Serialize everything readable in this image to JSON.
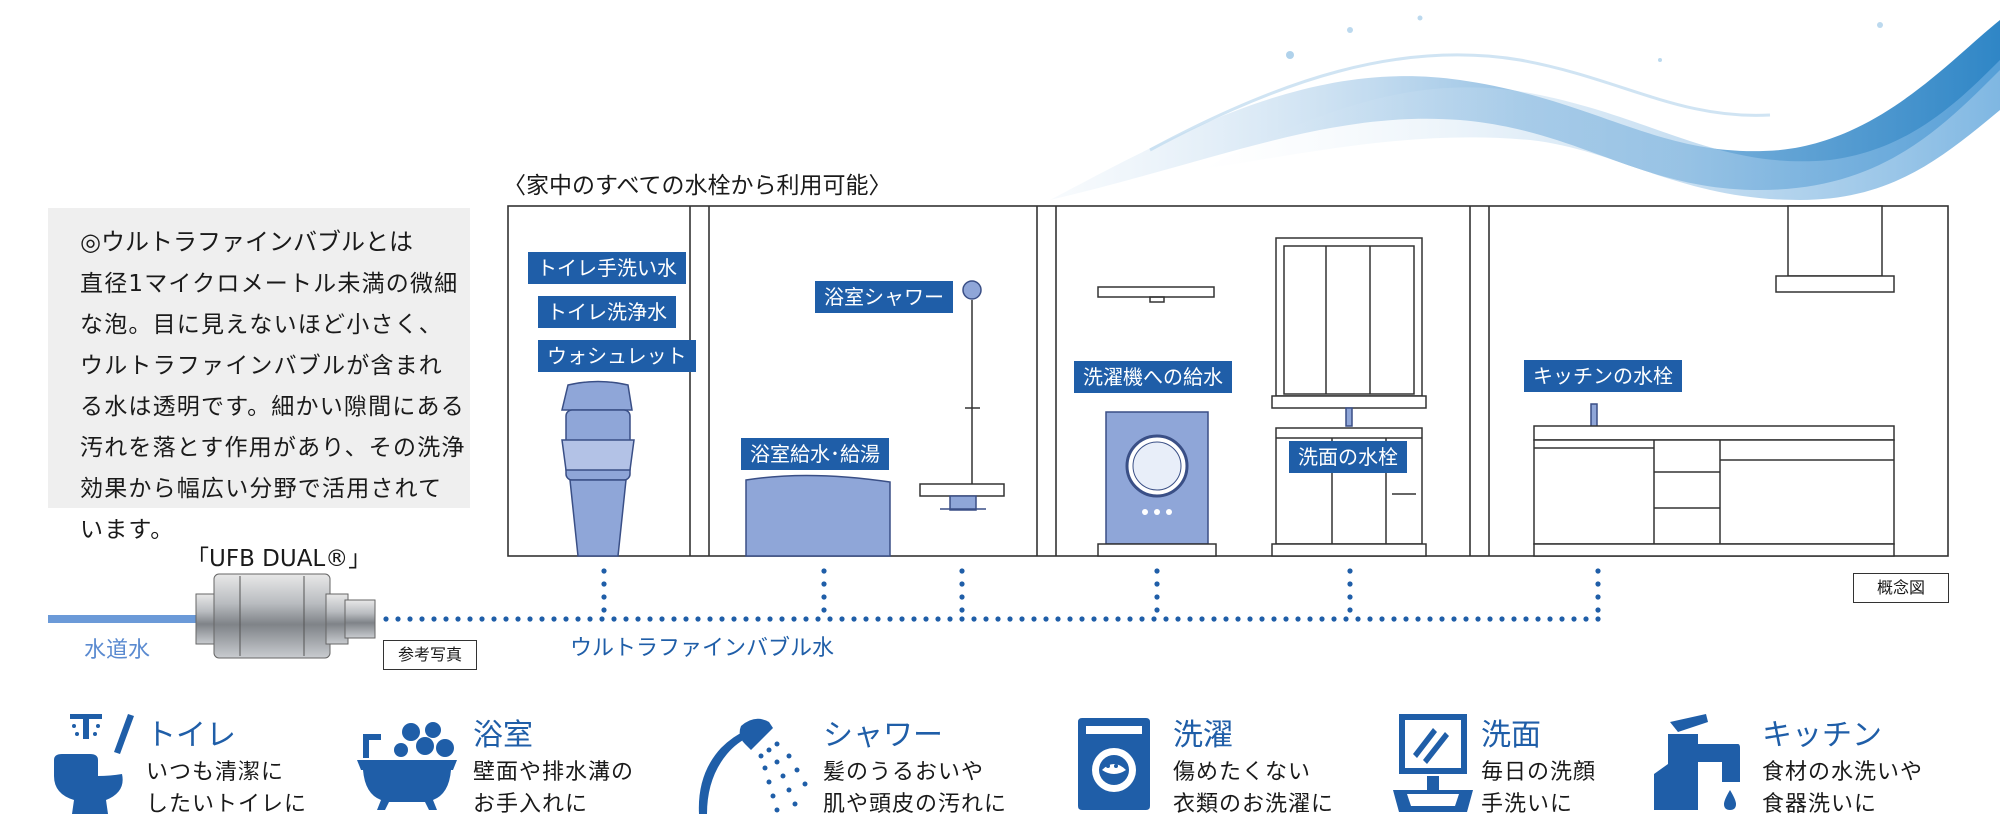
{
  "info": {
    "title": "◎ウルトラファインバブルとは",
    "body": "直径1マイクロメートル未満の微細な泡。目に見えないほど小さく、ウルトラファインバブルが含まれる水は透明です。細かい隙間にある汚れを落とす作用があり、その洗浄効果から幅広い分野で活用されています。"
  },
  "caption": "〈家中のすべての水栓から利用可能〉",
  "tags": {
    "toilet_hand": "トイレ手洗い水",
    "toilet_flush": "トイレ洗浄水",
    "washlet": "ウォシュレット",
    "bath_shower": "浴室シャワー",
    "bath_supply": "浴室給水･給湯",
    "washer_supply": "洗濯機への給水",
    "washbasin": "洗面の水栓",
    "kitchen": "キッチンの水栓"
  },
  "product_label": "「UFB DUAL®」",
  "tap_water": "水道水",
  "ufb_water": "ウルトラファインバブル水",
  "reference_photo": "参考写真",
  "concept_note": "概念図",
  "colors": {
    "accent": "#1f5ea8",
    "fixture": "#8fa6d8",
    "pipe_light": "#6b9ad8"
  },
  "categories": [
    {
      "icon": "toilet-icon",
      "title": "トイレ",
      "line1": "いつも清潔に",
      "line2": "したいトイレに"
    },
    {
      "icon": "bathtub-icon",
      "title": "浴室",
      "line1": "壁面や排水溝の",
      "line2": "お手入れに"
    },
    {
      "icon": "shower-icon",
      "title": "シャワー",
      "line1": "髪のうるおいや",
      "line2": "肌や頭皮の汚れに"
    },
    {
      "icon": "washing-machine-icon",
      "title": "洗濯",
      "line1": "傷めたくない",
      "line2": "衣類のお洗濯に"
    },
    {
      "icon": "washbasin-icon",
      "title": "洗面",
      "line1": "毎日の洗顔",
      "line2": "手洗いに"
    },
    {
      "icon": "faucet-icon",
      "title": "キッチン",
      "line1": "食材の水洗いや",
      "line2": "食器洗いに"
    }
  ]
}
